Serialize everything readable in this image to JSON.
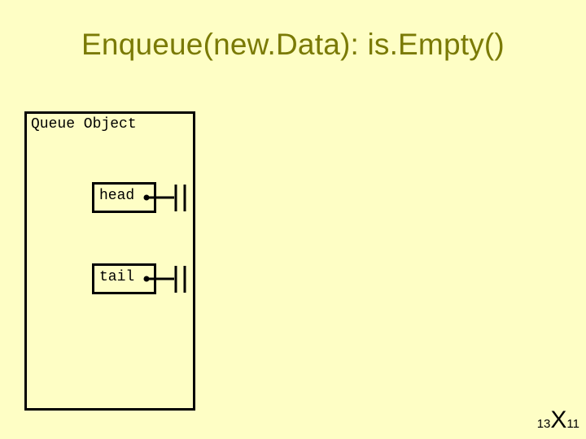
{
  "slide": {
    "title": "Enqueue(new.Data): is.Empty()"
  },
  "queue": {
    "label": "Queue Object",
    "fields": [
      {
        "name": "head"
      },
      {
        "name": "tail"
      }
    ]
  },
  "footer": {
    "page_number_left": "13",
    "page_number_mid": "X",
    "page_number_right": "11"
  },
  "colors": {
    "background": "#fefec5",
    "title": "#7a7a05",
    "lines": "#000000"
  },
  "icons": [
    "null-pointer-icon"
  ]
}
